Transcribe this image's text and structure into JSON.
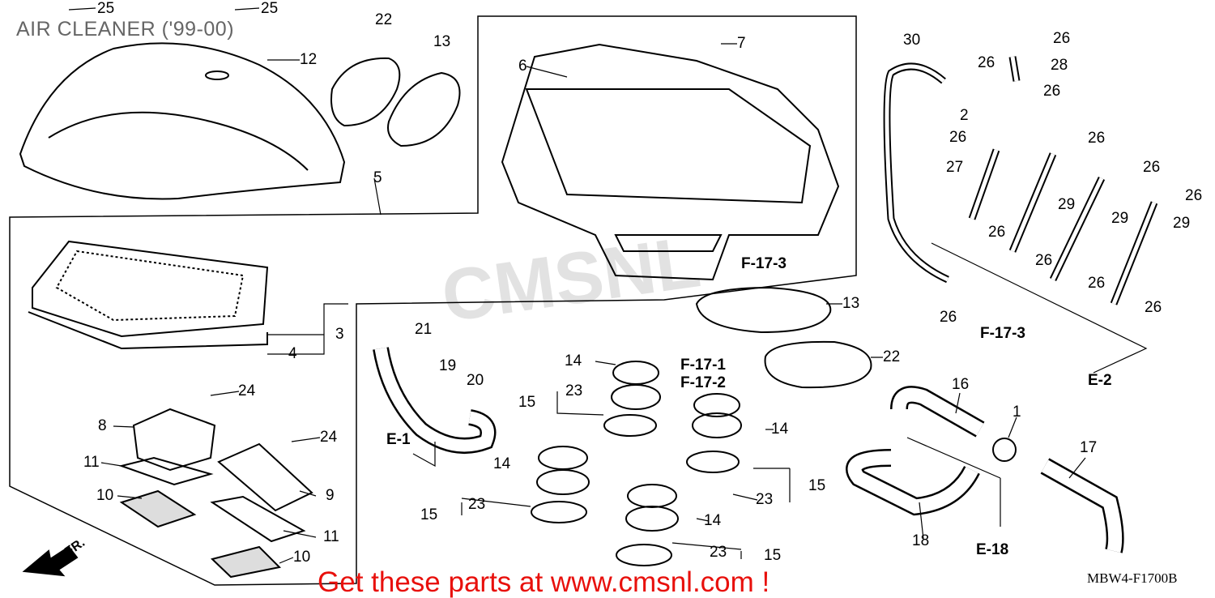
{
  "title": "AIR CLEANER ('99-00)",
  "diagram_code": "MBW4-F1700B",
  "promo_text": "Get these parts at www.cmsnl.com !",
  "watermark": "CMSNL",
  "direction_marker": "FR.",
  "callouts": [
    "25",
    "25",
    "12",
    "22",
    "13",
    "7",
    "6",
    "30",
    "26",
    "26",
    "28",
    "26",
    "2",
    "26",
    "26",
    "27",
    "26",
    "26",
    "29",
    "29",
    "29",
    "5",
    "3",
    "4",
    "26",
    "26",
    "26",
    "26",
    "26",
    "13",
    "21",
    "22",
    "14",
    "19",
    "20",
    "23",
    "15",
    "24",
    "8",
    "16",
    "1",
    "14",
    "24",
    "11",
    "14",
    "17",
    "9",
    "10",
    "15",
    "23",
    "23",
    "15",
    "14",
    "11",
    "18",
    "15",
    "23",
    "10"
  ],
  "references": [
    "F-17-3",
    "F-17-3",
    "F-17-1",
    "F-17-2",
    "E-2",
    "E-1",
    "E-18"
  ]
}
